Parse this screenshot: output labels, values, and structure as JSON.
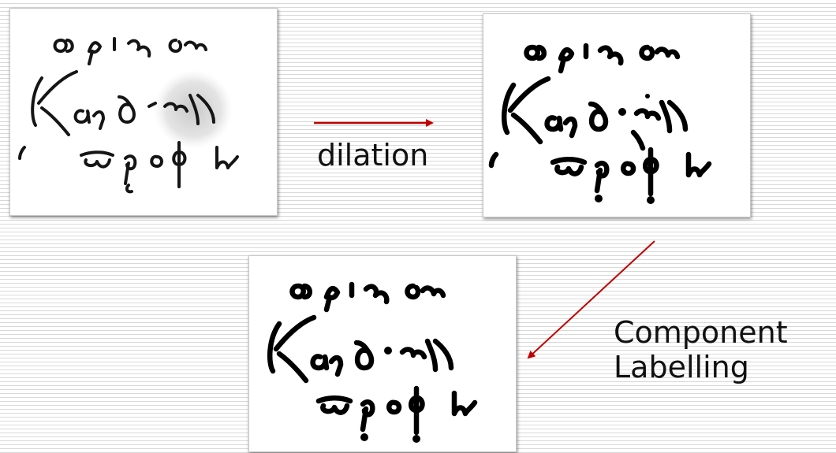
{
  "labels": {
    "step1": "dilation",
    "step2_line1": "Component",
    "step2_line2": "Labelling"
  },
  "panels": [
    {
      "name": "original-image",
      "style": "noisy"
    },
    {
      "name": "dilated-image",
      "style": "bold"
    },
    {
      "name": "labelled-image",
      "style": "bold"
    }
  ],
  "arrow_color": "#c00000"
}
